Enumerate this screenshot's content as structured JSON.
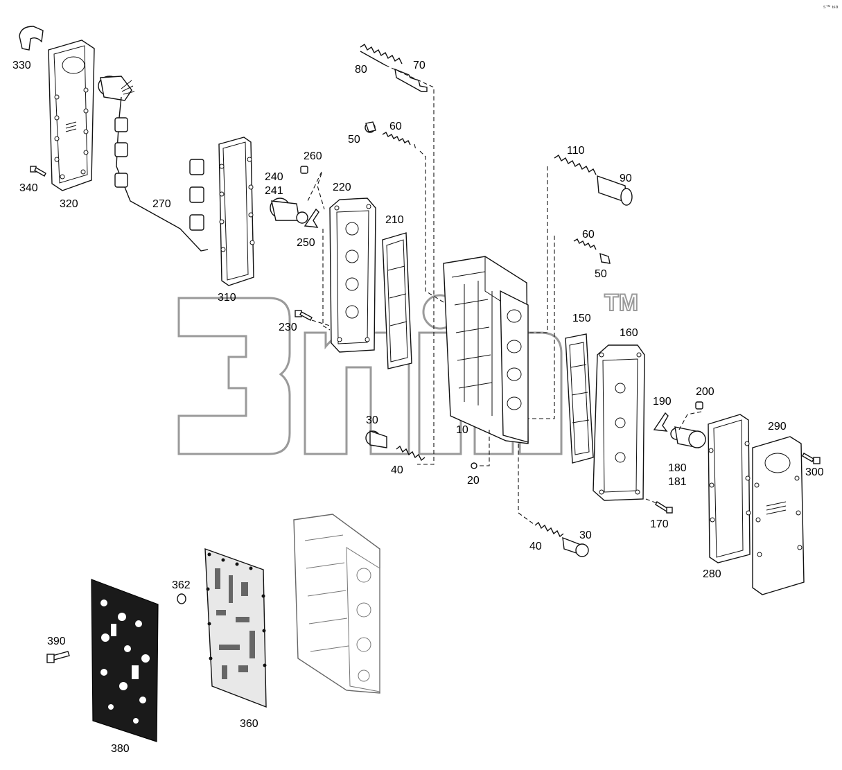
{
  "diagram": {
    "callouts": [
      "330",
      "320",
      "340",
      "270",
      "310",
      "80",
      "70",
      "50",
      "60",
      "260",
      "240",
      "241",
      "250",
      "220",
      "210",
      "230",
      "110",
      "90",
      "60",
      "50",
      "150",
      "160",
      "10",
      "30",
      "40",
      "20",
      "200",
      "190",
      "180",
      "181",
      "290",
      "300",
      "170",
      "40",
      "30",
      "280",
      "362",
      "390",
      "360",
      "380"
    ],
    "watermark": {
      "text": "3ทิค",
      "tm": "TM"
    },
    "corner_mark": "s™ ыа"
  }
}
